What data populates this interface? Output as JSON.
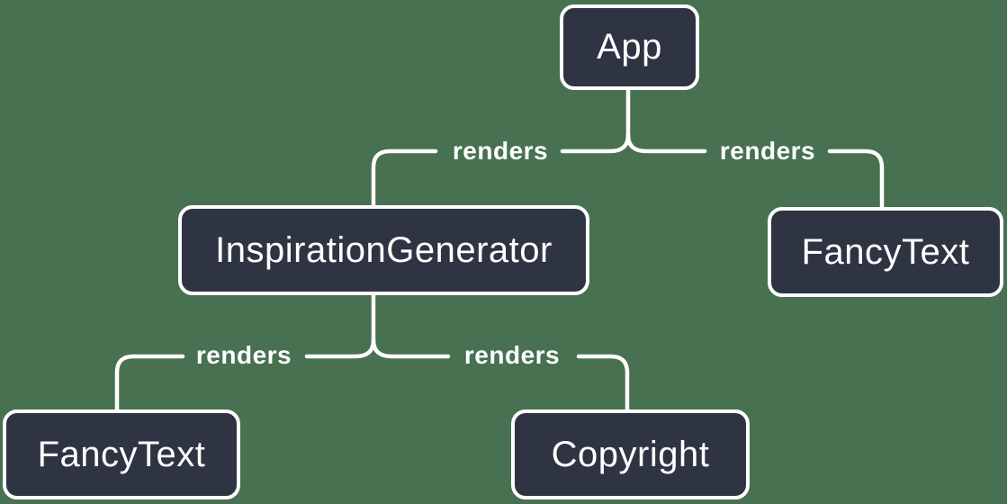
{
  "diagram": {
    "type": "component-render-tree",
    "nodes": [
      {
        "id": "app",
        "label": "App"
      },
      {
        "id": "inspiration-generator",
        "label": "InspirationGenerator"
      },
      {
        "id": "fancy-text-top",
        "label": "FancyText"
      },
      {
        "id": "fancy-text-bottom",
        "label": "FancyText"
      },
      {
        "id": "copyright",
        "label": "Copyright"
      }
    ],
    "edges": [
      {
        "from": "App",
        "to": "InspirationGenerator",
        "label": "renders"
      },
      {
        "from": "App",
        "to": "FancyText",
        "label": "renders"
      },
      {
        "from": "InspirationGenerator",
        "to": "FancyText",
        "label": "renders"
      },
      {
        "from": "InspirationGenerator",
        "to": "Copyright",
        "label": "renders"
      }
    ],
    "colors": {
      "background": "#477150",
      "node_fill": "#2e3442",
      "node_border": "#ffffff",
      "edge_stroke": "#ffffff",
      "text": "#ffffff"
    }
  }
}
